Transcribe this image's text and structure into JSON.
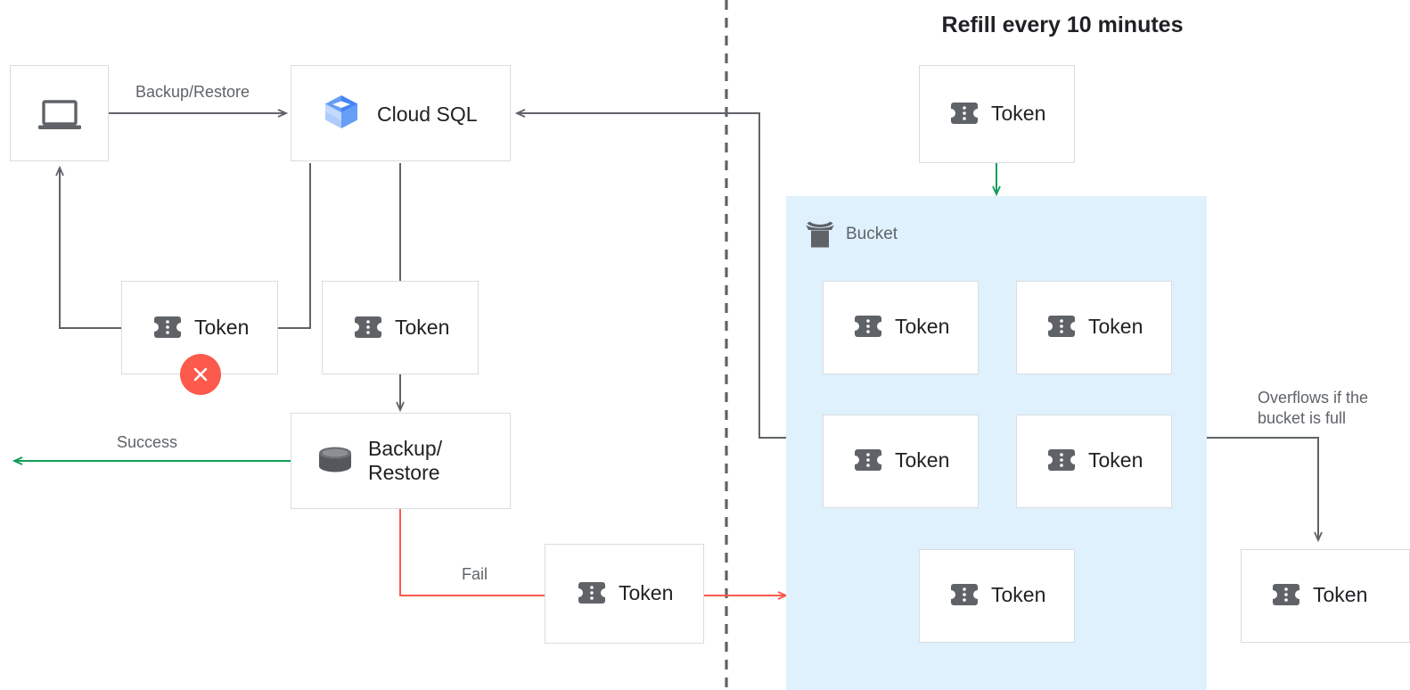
{
  "diagram": {
    "title": "Refill every 10 minutes",
    "divider": "dashed-vertical-divider",
    "colors": {
      "background": "#ffffff",
      "bucket_fill": "#dff1fd",
      "node_border": "#dadce0",
      "edge_default": "#5f6368",
      "edge_success": "#0f9d58",
      "edge_fail": "#fb5a4c",
      "edge_refill": "#0f9d58",
      "token_icon": "#5f6368",
      "error_badge": "#fb5a4c",
      "text_primary": "#202124",
      "text_secondary": "#5f6368"
    }
  },
  "nodes": {
    "client": {
      "label": "",
      "icon": "laptop-icon"
    },
    "cloud_sql": {
      "label": "Cloud SQL",
      "icon": "cloud-sql-icon"
    },
    "token_failed": {
      "label": "Token",
      "icon": "token-icon",
      "badge": "error-x-badge"
    },
    "token_consumed": {
      "label": "Token",
      "icon": "token-icon"
    },
    "backup_restore": {
      "label": "Backup/\nRestore",
      "icon": "database-icon"
    },
    "token_fail_out": {
      "label": "Token",
      "icon": "token-icon"
    },
    "token_refill": {
      "label": "Token",
      "icon": "token-icon"
    },
    "token_overflow": {
      "label": "Token",
      "icon": "token-icon"
    }
  },
  "bucket": {
    "title": "Bucket",
    "icon": "bucket-icon",
    "tokens": [
      {
        "label": "Token",
        "icon": "token-icon"
      },
      {
        "label": "Token",
        "icon": "token-icon"
      },
      {
        "label": "Token",
        "icon": "token-icon"
      },
      {
        "label": "Token",
        "icon": "token-icon"
      },
      {
        "label": "Token",
        "icon": "token-icon"
      }
    ]
  },
  "edges": [
    {
      "name": "client-to-cloudsql",
      "label": "Backup/Restore",
      "color": "#5f6368"
    },
    {
      "name": "cloudsql-to-token-consumed",
      "label": "",
      "color": "#5f6368"
    },
    {
      "name": "cloudsql-to-token-failed",
      "label": "",
      "color": "#5f6368"
    },
    {
      "name": "token-failed-to-client",
      "label": "",
      "color": "#5f6368"
    },
    {
      "name": "token-consumed-to-backup",
      "label": "",
      "color": "#5f6368"
    },
    {
      "name": "backup-success",
      "label": "Success",
      "color": "#0f9d58"
    },
    {
      "name": "backup-fail",
      "label": "Fail",
      "color": "#fb5a4c"
    },
    {
      "name": "token-fail-to-bucket",
      "label": "",
      "color": "#fb5a4c"
    },
    {
      "name": "bucket-to-cloudsql",
      "label": "",
      "color": "#5f6368"
    },
    {
      "name": "refill-into-bucket",
      "label": "",
      "color": "#0f9d58"
    },
    {
      "name": "bucket-overflow",
      "label": "Overflows if the\nbucket is full",
      "color": "#5f6368"
    }
  ],
  "labels": {
    "backup_restore_edge": "Backup/Restore",
    "success": "Success",
    "fail": "Fail",
    "overflow": "Overflows if the\nbucket is full"
  }
}
